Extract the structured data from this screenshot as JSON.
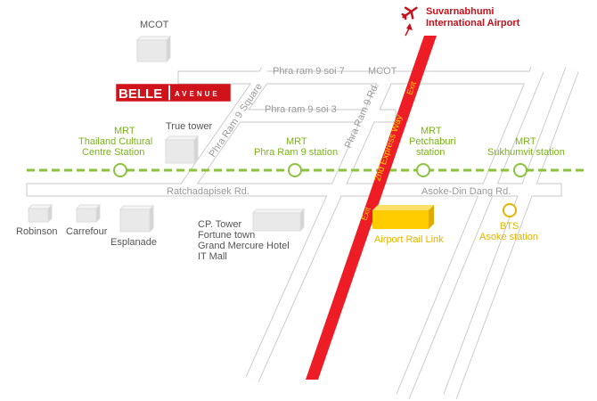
{
  "airport": {
    "line1": "Suvarnabhumi",
    "line2": "International Airport"
  },
  "logo": {
    "brand": "BELLE",
    "sub": "AVENUE"
  },
  "roads": {
    "phra_ram_9_soi_7": "Phra ram 9 soi 7",
    "mcot_road": "MCOT",
    "phra_ram_9_soi_3": "Phra ram 9 soi 3",
    "phra_ram_9_square": "Phra Ram 9 Square",
    "phra_ram_9_rd": "Phra Ram 9 Rd.",
    "ratchadapisek": "Ratchadapisek Rd.",
    "asoke_din_dang": "Asoke-Din Dang Rd.",
    "second_express_way": "2nd Express Way",
    "exit_top": "Exit",
    "exit_bottom": "Exit"
  },
  "buildings": {
    "mcot": "MCOT",
    "true_tower": "True tower",
    "robinson": "Robinson",
    "carrefour": "Carrefour",
    "esplanade": "Esplanade",
    "cp_tower_lines": [
      "CP. Tower",
      "Fortune town",
      "Grand Mercure Hotel",
      "IT Mall"
    ],
    "airport_rail_link": "Airport Rail Link"
  },
  "stations": {
    "mrt_cultural": [
      "MRT",
      "Thailand Cultural",
      "Centre Station"
    ],
    "mrt_rama9": [
      "MRT",
      "Phra Ram 9 station"
    ],
    "mrt_petchaburi": [
      "MRT",
      "Petchaburi",
      "station"
    ],
    "mrt_sukhumvit": [
      "MRT",
      "Sukhumvit station"
    ],
    "bts_asoke": [
      "BTS",
      "Asoke station"
    ]
  },
  "colors": {
    "mrt_line": "#8cc23f",
    "expressway": "#ee1c25",
    "road_fill": "#ffffff",
    "road_edge": "#c8c8c8",
    "rail_link": "#ffcc00",
    "bts": "#e2b400",
    "logo_red": "#d0121b"
  }
}
